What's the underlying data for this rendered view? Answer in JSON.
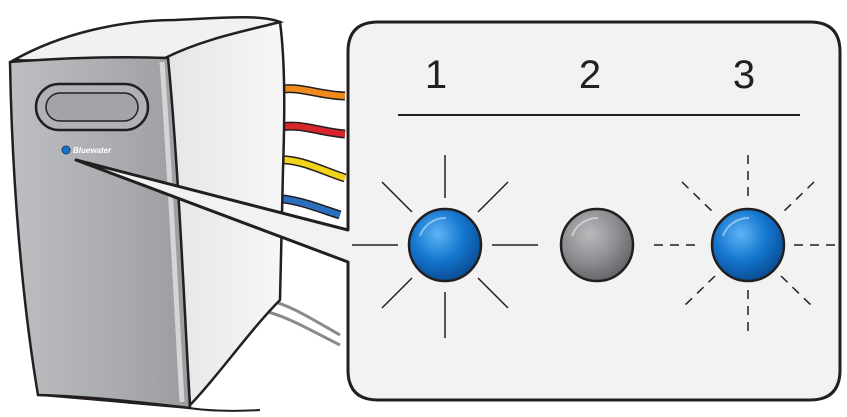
{
  "device": {
    "brand": "Bluewater",
    "status_led_color": "#1a73c8"
  },
  "callout": {
    "steps": [
      {
        "number": "1",
        "led_state": "on",
        "blink": "steady",
        "led_color": "#1577cf"
      },
      {
        "number": "2",
        "led_state": "off",
        "blink": "none",
        "led_color": "#8c8d90"
      },
      {
        "number": "3",
        "led_state": "on",
        "blink": "flashing",
        "led_color": "#1577cf"
      }
    ]
  },
  "colors": {
    "led_blue": "#1577cf",
    "led_grey": "#8c8d90",
    "outline": "#231f20",
    "tube_orange": "#f08a1c",
    "tube_red": "#d9262c",
    "tube_yellow": "#f0d31a",
    "tube_blue": "#2a6fc0"
  }
}
